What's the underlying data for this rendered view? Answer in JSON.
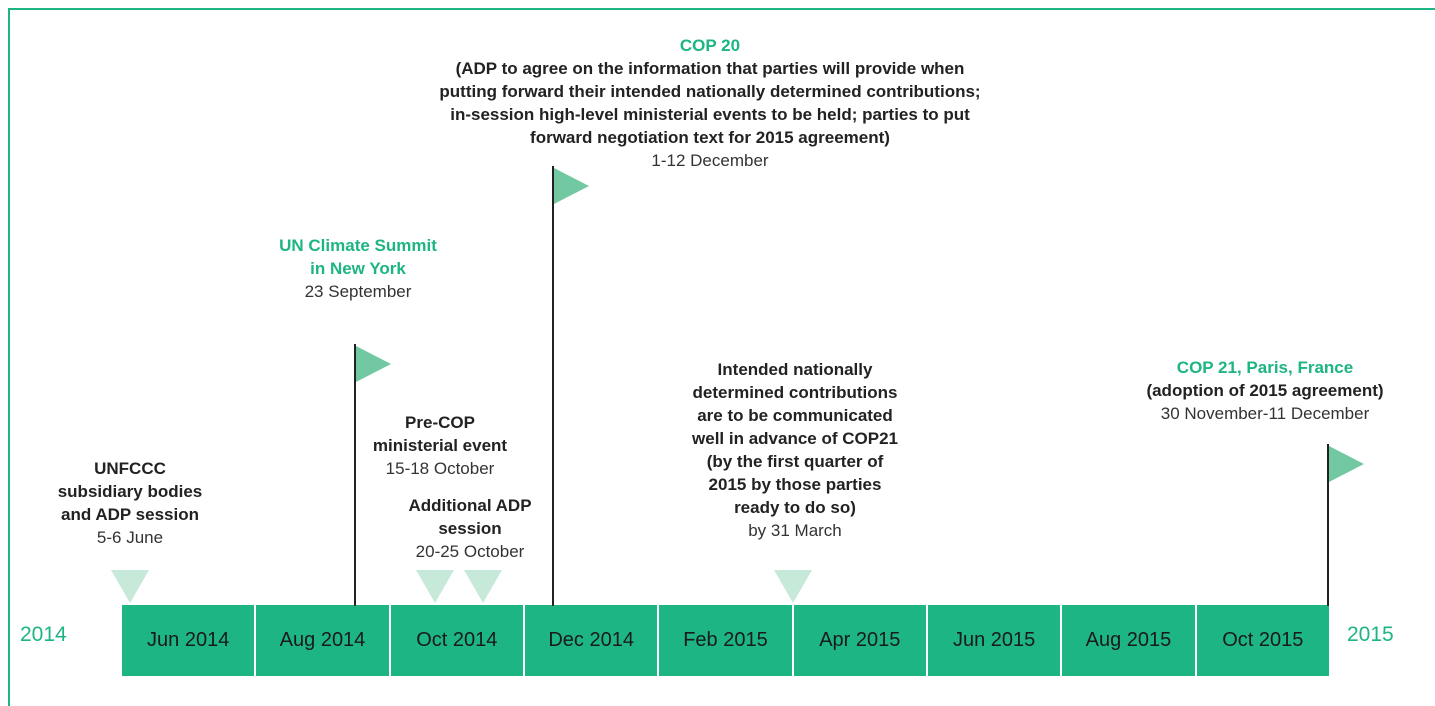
{
  "years": {
    "start": "2014",
    "end": "2015"
  },
  "months": [
    "Jun 2014",
    "Aug 2014",
    "Oct 2014",
    "Dec 2014",
    "Feb 2015",
    "Apr 2015",
    "Jun 2015",
    "Aug 2015",
    "Oct 2015"
  ],
  "events": {
    "sb_session": {
      "title": [
        "UNFCCC",
        "subsidiary bodies",
        "and ADP session"
      ],
      "date": "5-6 June"
    },
    "un_summit": {
      "title": [
        "UN Climate Summit",
        "in New York"
      ],
      "date": "23 September"
    },
    "pre_cop": {
      "title": [
        "Pre-COP",
        "ministerial event"
      ],
      "date": "15-18 October"
    },
    "adp_session": {
      "title": [
        "Additional ADP",
        "session"
      ],
      "date": "20-25 October"
    },
    "cop20": {
      "title": "COP 20",
      "description": [
        "(ADP to agree on the information that parties will provide when",
        "putting forward their intended nationally determined contributions;",
        "in-session high-level ministerial events to be held; parties to put",
        "forward negotiation text for 2015 agreement)"
      ],
      "date": "1-12 December"
    },
    "indc": {
      "title": [
        "Intended nationally",
        "determined contributions",
        "are to be communicated",
        "well in advance of COP21",
        "(by the first quarter of",
        "2015 by those parties",
        "ready to do so)"
      ],
      "date": "by 31 March"
    },
    "cop21": {
      "title": "COP 21, Paris, France",
      "subtitle": "(adoption of 2015 agreement)",
      "date": "30 November-11 December"
    }
  },
  "colors": {
    "accent": "#1db584",
    "flag": "#72c9a1",
    "marker": "#c7e9d9"
  }
}
